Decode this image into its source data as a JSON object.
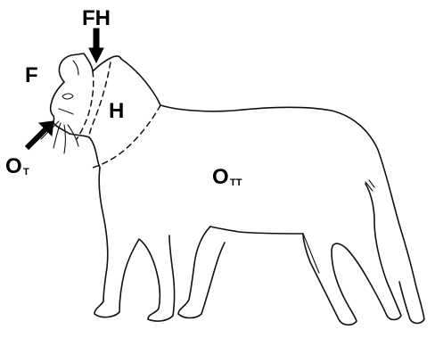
{
  "labels": {
    "fh": "FH",
    "f": "F",
    "h": "H",
    "ot_main": "O",
    "ot_sub": "T",
    "ott_main": "O",
    "ott_sub": "TT"
  },
  "colors": {
    "line": "#111111",
    "background": "#ffffff"
  }
}
